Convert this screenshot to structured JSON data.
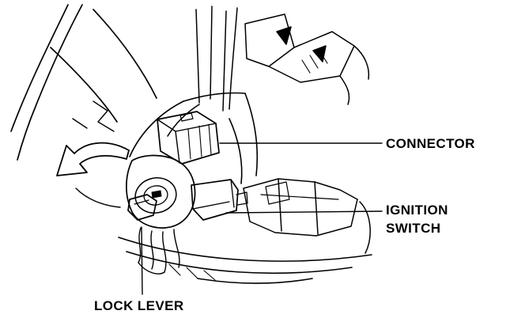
{
  "page": {
    "background": "#ffffff",
    "ink": "#000000"
  },
  "labels": {
    "connector": "CONNECTOR",
    "ignition_switch": "IGNITION\nSWITCH",
    "lock_lever": "LOCK LEVER"
  }
}
